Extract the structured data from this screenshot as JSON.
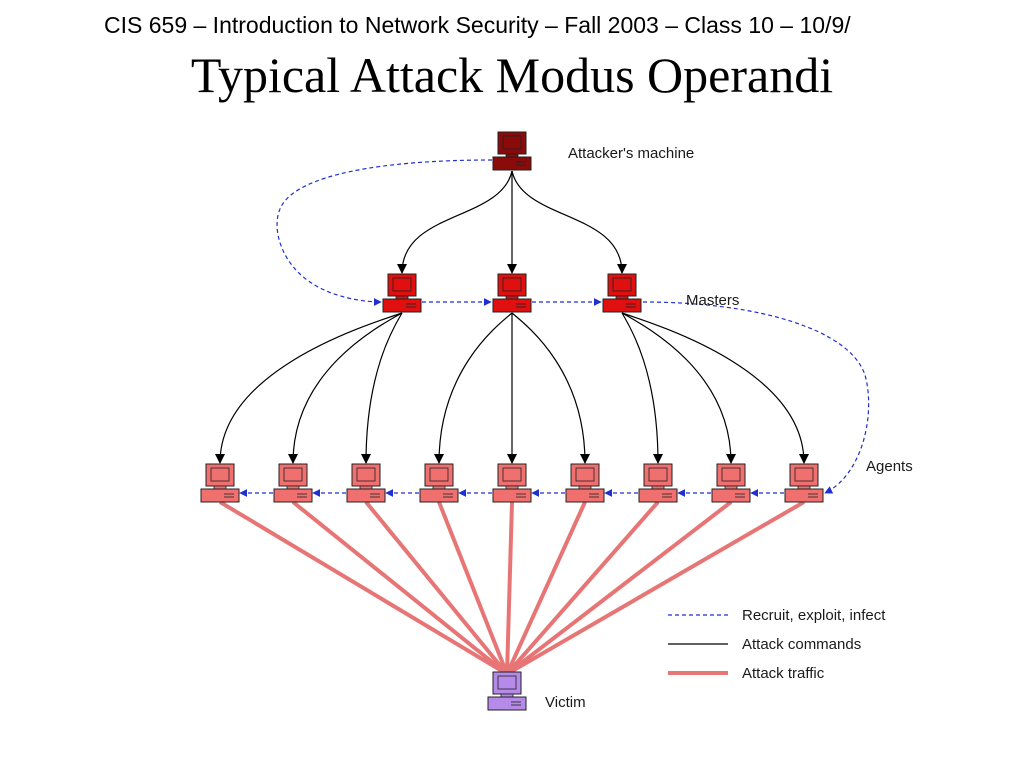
{
  "header": "CIS 659 – Introduction to Network Security – Fall 2003 – Class 10 – 10/9/",
  "title": "Typical Attack Modus Operandi",
  "diagram": {
    "node_labels": {
      "attacker": "Attacker's machine",
      "masters": "Masters",
      "agents": "Agents",
      "victim": "Victim"
    },
    "node_counts": {
      "masters": 3,
      "agents": 9
    },
    "legend": [
      {
        "label": "Recruit, exploit, infect",
        "style": "dashed",
        "color": "#1f2fd0"
      },
      {
        "label": "Attack commands",
        "style": "solid-thin",
        "color": "#000000"
      },
      {
        "label": "Attack traffic",
        "style": "solid-thick",
        "color": "#e87575"
      }
    ],
    "colors": {
      "attacker": "#8b0a0a",
      "master": "#e01010",
      "agent": "#f07070",
      "victim": "#b68ae8",
      "recruit_line": "#1f2fd0",
      "command_line": "#000000",
      "traffic_line": "#e87575"
    }
  }
}
